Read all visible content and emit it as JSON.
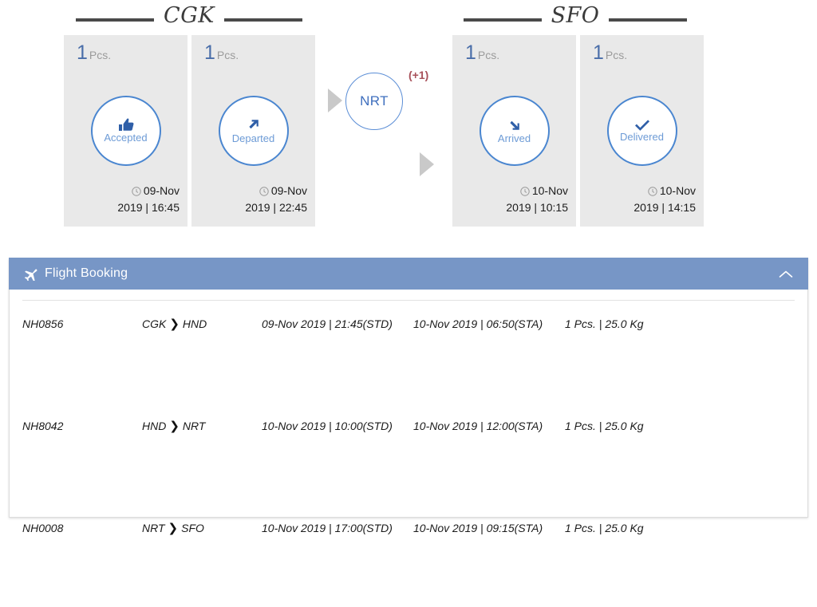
{
  "tracking": {
    "origin": {
      "code": "CGK",
      "icon": "rule-line"
    },
    "destination": {
      "code": "SFO",
      "icon": "rule-line"
    },
    "milestones": [
      {
        "pieces": "1",
        "pieces_unit": "Pcs.",
        "status": "Accepted",
        "status_icon": "thumbs-up-icon",
        "date_line1": "09-Nov",
        "date_line2": "2019 | 16:45",
        "clock_icon": "clock-icon"
      },
      {
        "pieces": "1",
        "pieces_unit": "Pcs.",
        "status": "Departed",
        "status_icon": "arrow-up-right-icon",
        "date_line1": "09-Nov",
        "date_line2": "2019 | 22:45",
        "clock_icon": "clock-icon"
      },
      {
        "pieces": "1",
        "pieces_unit": "Pcs.",
        "status": "Arrived",
        "status_icon": "arrow-down-right-icon",
        "date_line1": "10-Nov",
        "date_line2": "2019 | 10:15",
        "clock_icon": "clock-icon"
      },
      {
        "pieces": "1",
        "pieces_unit": "Pcs.",
        "status": "Delivered",
        "status_icon": "check-icon",
        "date_line1": "10-Nov",
        "date_line2": "2019 | 14:15",
        "clock_icon": "clock-icon"
      }
    ],
    "transfer": {
      "code": "NRT",
      "extra_label": "(+1)",
      "extra_color": "#a8515a"
    },
    "colors": {
      "accent_blue": "#4a86d0",
      "label_blue": "#6d9bd6",
      "pieces_blue": "#4a6ea9",
      "card_bg": "#e9e9e9",
      "arrow_grey": "#c9c9c9"
    }
  },
  "flight_booking": {
    "title": "Flight Booking",
    "title_icon": "airplane-icon",
    "collapse_icon": "chevron-up-icon",
    "header_color": "#7796c6",
    "rows": [
      {
        "flight": "NH0856",
        "from": "CGK",
        "to": "HND",
        "std": "09-Nov 2019 | 21:45(STD)",
        "sta": "10-Nov 2019 | 06:50(STA)",
        "qty": "1 Pcs.  |  25.0 Kg"
      },
      {
        "flight": "NH8042",
        "from": "HND",
        "to": "NRT",
        "std": "10-Nov 2019 | 10:00(STD)",
        "sta": "10-Nov 2019 | 12:00(STA)",
        "qty": "1 Pcs.  |  25.0 Kg"
      },
      {
        "flight": "NH0008",
        "from": "NRT",
        "to": "SFO",
        "std": "10-Nov 2019 | 17:00(STD)",
        "sta": "10-Nov 2019 | 09:15(STA)",
        "qty": "1 Pcs.  |  25.0 Kg"
      }
    ]
  }
}
